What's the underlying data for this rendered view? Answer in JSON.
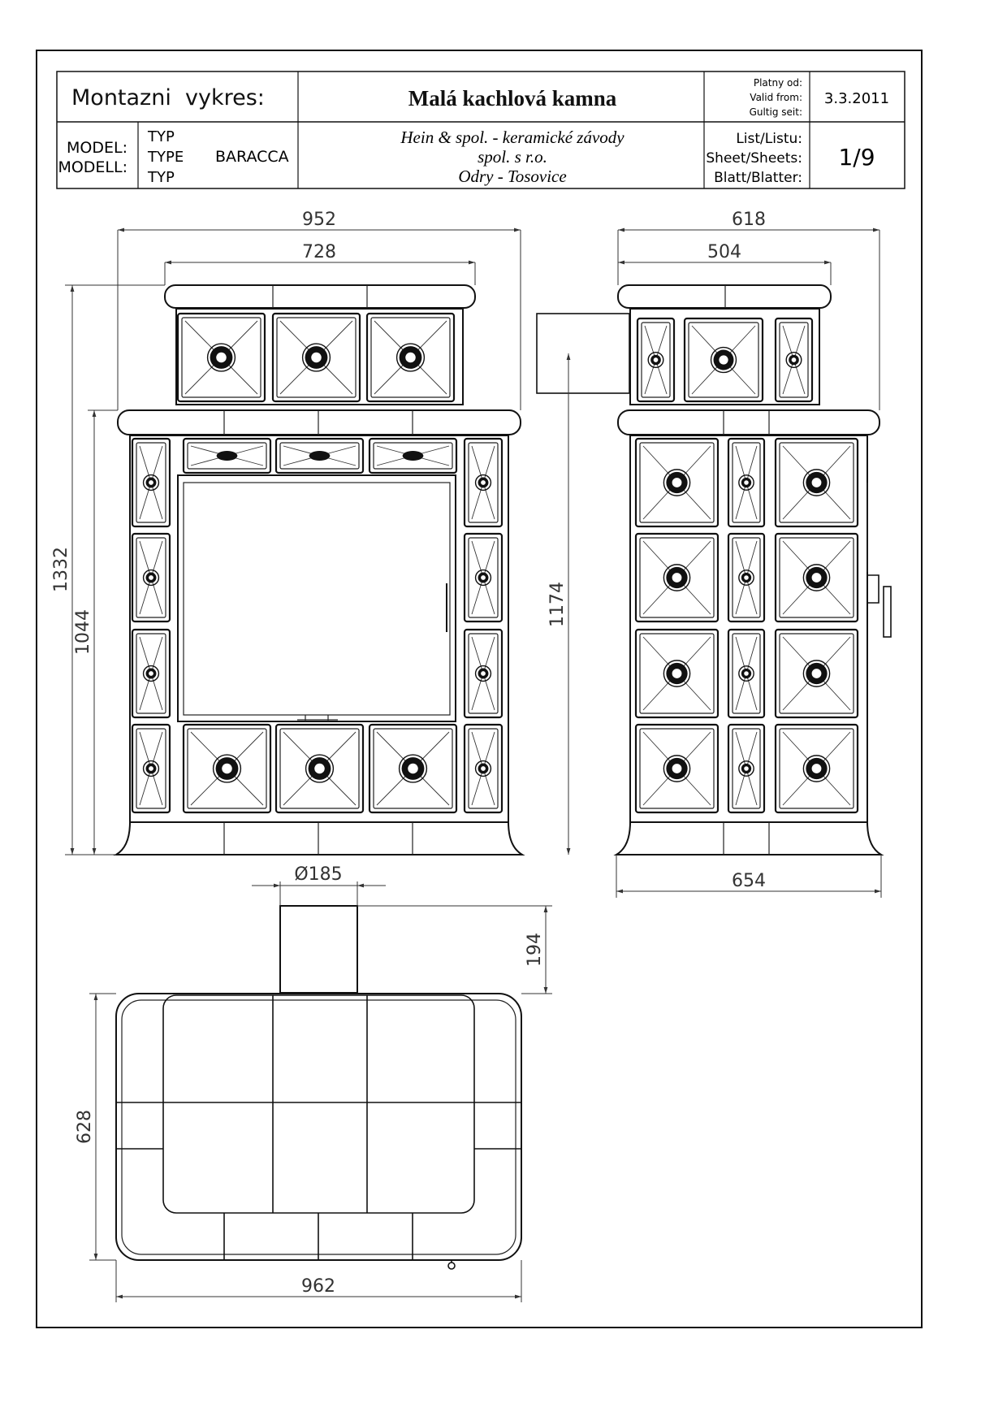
{
  "title_block": {
    "label_drawing": "Montazni  vykres:",
    "product_name": "Malá kachlová kamna",
    "valid_labels": [
      "Platny od:",
      "Valid from:",
      "Gultig seit:"
    ],
    "valid_date": "3.3.2011",
    "model_labels": [
      "MODEL:",
      "MODELL:"
    ],
    "type_labels": [
      "TYP",
      "TYPE",
      "TYP"
    ],
    "model_value": "BARACCA",
    "company_lines": [
      "Hein & spol. - keramické závody",
      "spol. s r.o.",
      "Odry - Tosovice"
    ],
    "sheet_labels": [
      "List/Listu:",
      "Sheet/Sheets:",
      "Blatt/Blatter:"
    ],
    "sheet_value": "1/9"
  },
  "dimensions": {
    "front_width": "952",
    "front_inner_width": "728",
    "front_total_height": "1332",
    "front_body_height": "1044",
    "side_depth": "618",
    "side_inner_depth": "504",
    "side_flue_height": "1174",
    "side_base_depth": "654",
    "flue_diameter": "Ø185",
    "flue_length": "194",
    "plan_depth": "628",
    "plan_width": "962"
  }
}
